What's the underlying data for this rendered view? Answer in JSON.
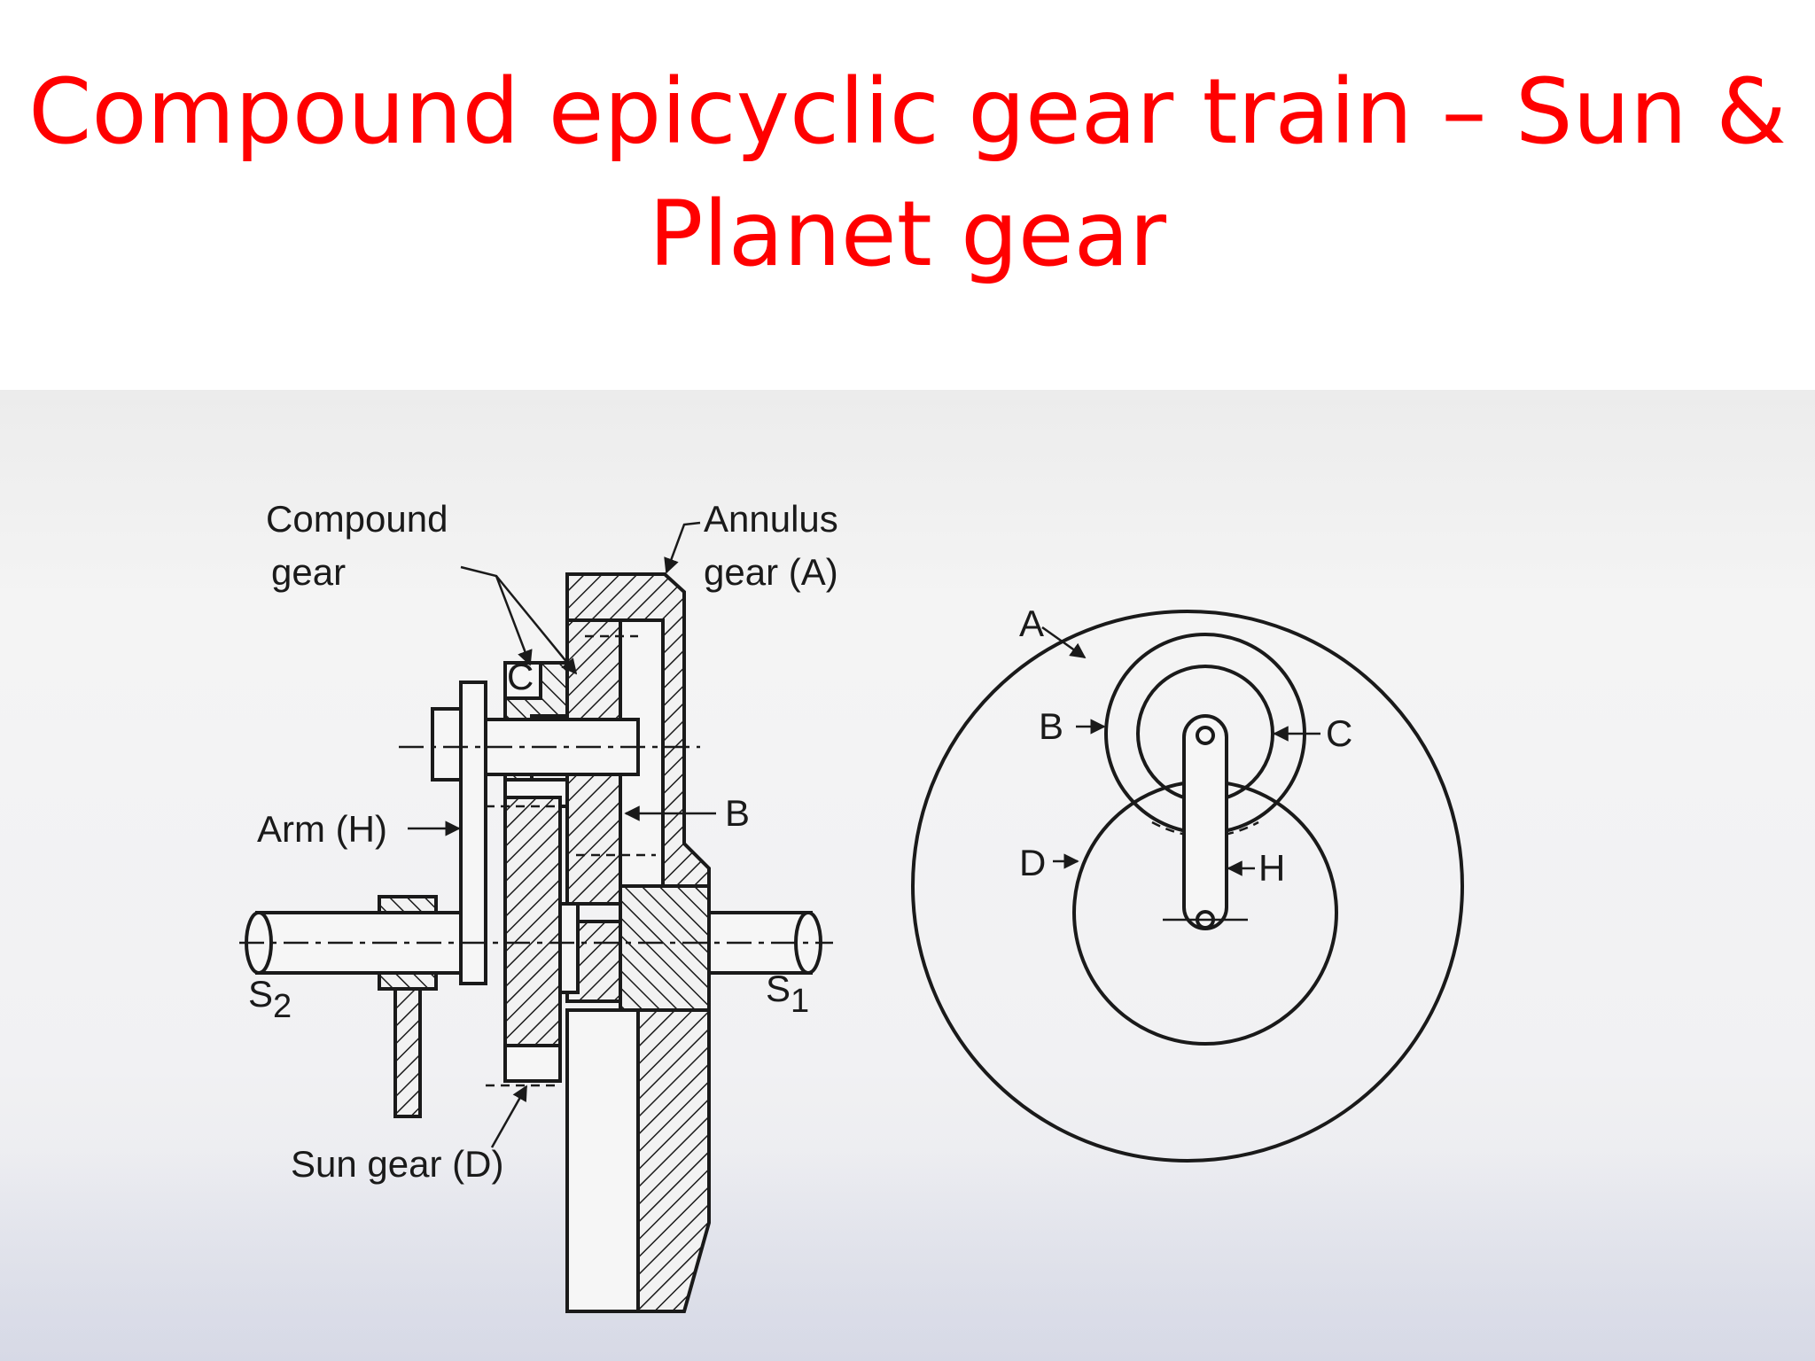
{
  "slide": {
    "title_line1": "Compound epicyclic gear train – Sun &",
    "title_line2": "Planet gear",
    "title_color": "#ff0000"
  },
  "section_view": {
    "label_compound_line1": "Compound",
    "label_compound_line2": "gear",
    "label_annulus_line1": "Annulus",
    "label_annulus_line2": "gear (A)",
    "label_c": "C",
    "label_b": "B",
    "label_arm": "Arm (H)",
    "label_s2": "S",
    "label_s2_sub": "2",
    "label_s1": "S",
    "label_s1_sub": "1",
    "label_sun": "Sun  gear (D)"
  },
  "end_view": {
    "label_a": "A",
    "label_b": "B",
    "label_c": "C",
    "label_d": "D",
    "label_h": "H"
  }
}
